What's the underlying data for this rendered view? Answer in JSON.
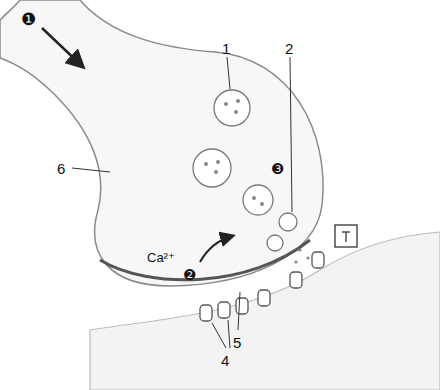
{
  "diagram": {
    "labels": [
      "❶",
      "1",
      "2",
      "6",
      "❸",
      "Ca²⁺",
      "❷",
      "5",
      "4"
    ]
  }
}
